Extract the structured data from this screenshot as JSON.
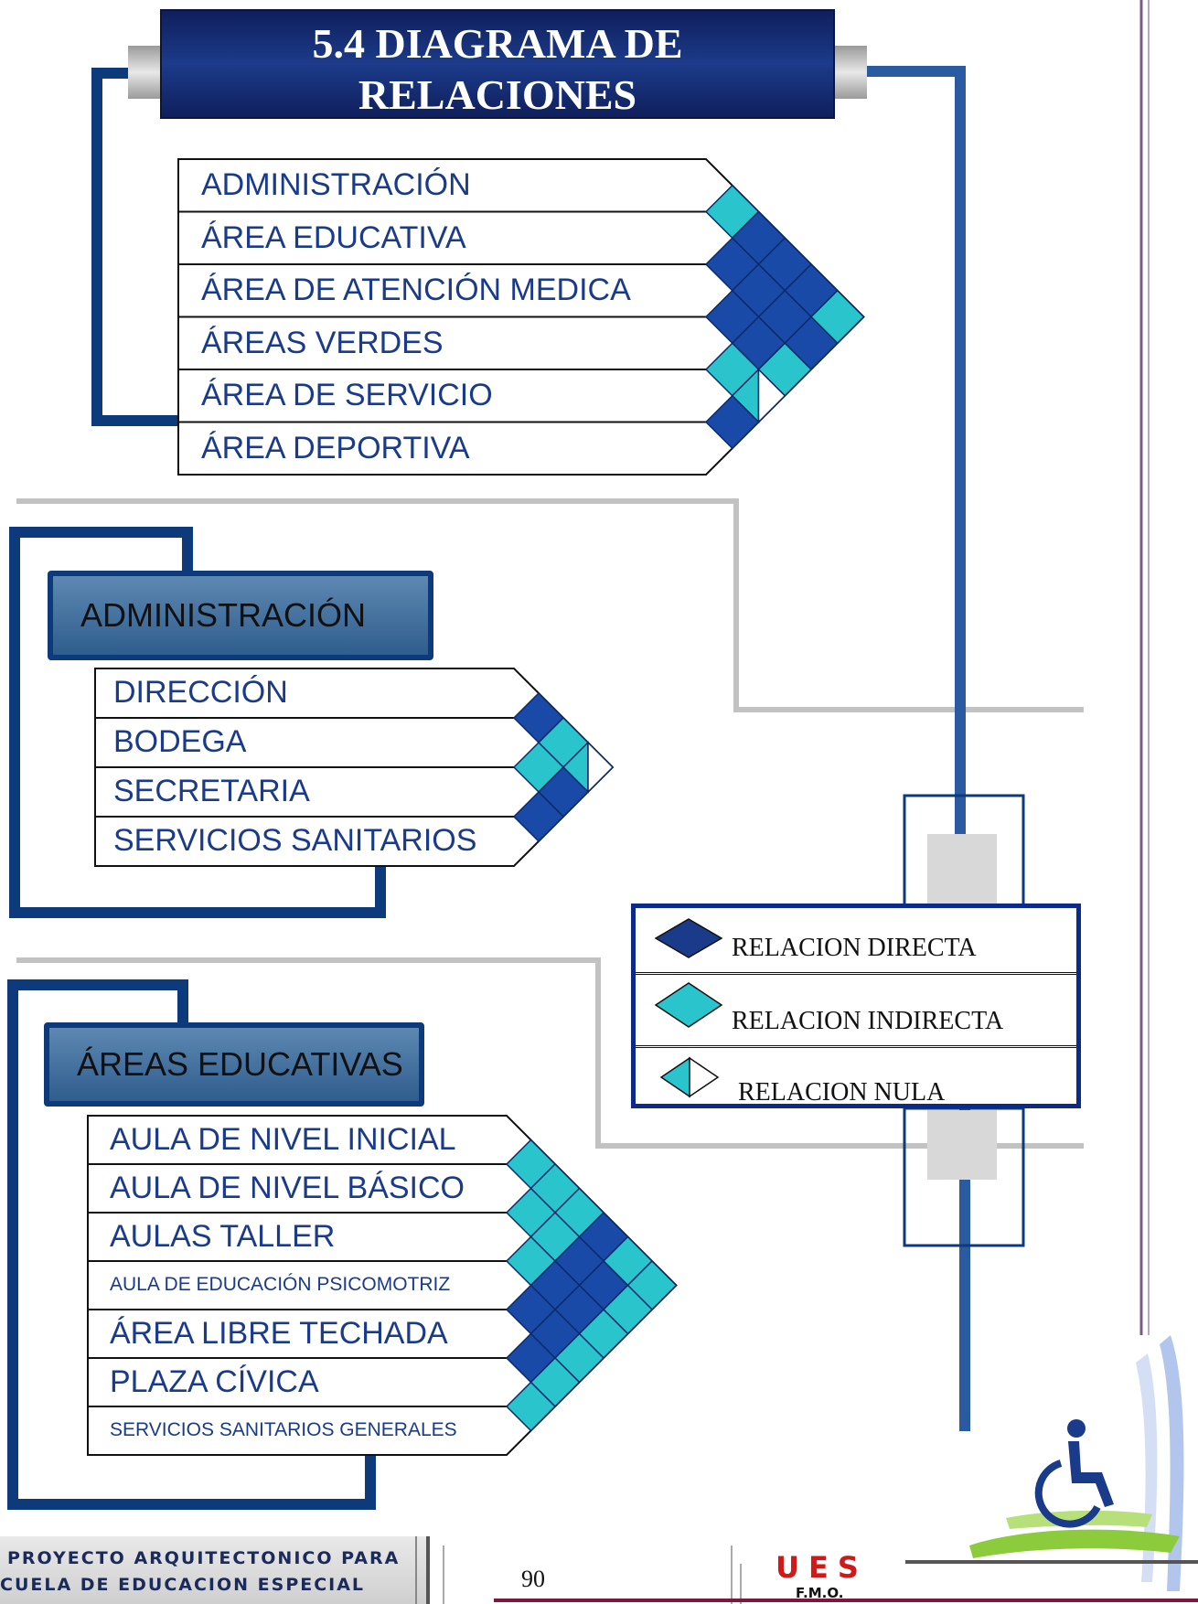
{
  "title": {
    "line1": "5.4  DIAGRAMA DE",
    "line2": "RELACIONES"
  },
  "colors": {
    "direct": "#1a4aa8",
    "indirect": "#2ac4cc",
    "null_a": "#2ac4cc",
    "null_b": "#ffffff",
    "frame": "#0c3a7a"
  },
  "matrix_general": {
    "rows": [
      "ADMINISTRACIÓN",
      "ÁREA EDUCATIVA",
      "ÁREA DE ATENCIÓN MEDICA",
      "ÁREAS VERDES",
      "ÁREA DE SERVICIO",
      "ÁREA DEPORTIVA"
    ],
    "relations": [
      [
        "indirect",
        "direct",
        "direct",
        "direct",
        "indirect"
      ],
      [
        "direct",
        "direct",
        "direct",
        "direct"
      ],
      [
        "direct",
        "direct",
        "indirect"
      ],
      [
        "indirect",
        "null"
      ],
      [
        "direct"
      ]
    ]
  },
  "matrix_admin": {
    "header": "ADMINISTRACIÓN",
    "rows": [
      "DIRECCIÓN",
      "BODEGA",
      "SECRETARIA",
      "SERVICIOS SANITARIOS"
    ],
    "relations": [
      [
        "direct",
        "indirect",
        "null"
      ],
      [
        "indirect",
        "direct"
      ],
      [
        "direct"
      ]
    ]
  },
  "matrix_edu": {
    "header": "ÁREAS EDUCATIVAS",
    "rows": [
      "AULA DE NIVEL INICIAL",
      "AULA DE NIVEL BÁSICO",
      "AULAS TALLER",
      "AULA DE EDUCACIÓN PSICOMOTRIZ",
      "ÁREA LIBRE TECHADA",
      "PLAZA CÍVICA",
      "SERVICIOS SANITARIOS GENERALES"
    ],
    "relations": [
      [
        "indirect",
        "indirect",
        "indirect",
        "direct",
        "indirect",
        "indirect"
      ],
      [
        "indirect",
        "indirect",
        "direct",
        "direct",
        "indirect"
      ],
      [
        "indirect",
        "direct",
        "direct",
        "indirect"
      ],
      [
        "direct",
        "direct",
        "indirect"
      ],
      [
        "direct",
        "indirect"
      ],
      [
        "indirect"
      ]
    ]
  },
  "legend": [
    {
      "label": "RELACION DIRECTA",
      "icon": "diamond-direct-icon"
    },
    {
      "label": "RELACION INDIRECTA",
      "icon": "diamond-indirect-icon"
    },
    {
      "label": "RELACION NULA",
      "icon": "diamond-null-icon"
    }
  ],
  "footer": {
    "line1": "PROYECTO ARQUITECTONICO PARA",
    "line2": "CUELA DE EDUCACION ESPECIAL",
    "page_number": "90",
    "logo": "UES",
    "logo_sub": "F.M.O."
  }
}
